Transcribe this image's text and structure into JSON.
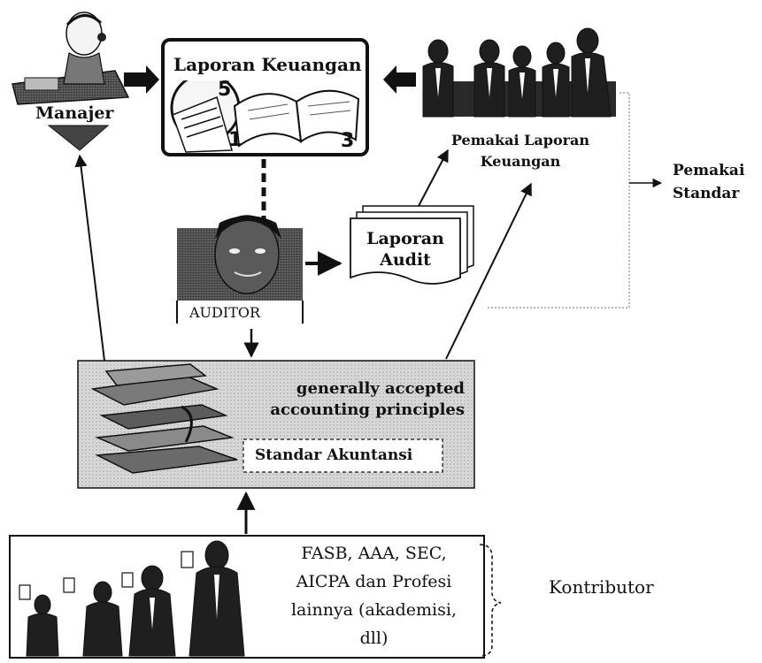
{
  "nodes": {
    "manajer": "Manajer",
    "laporan_keuangan": "Laporan Keuangan",
    "pemakai_laporan": [
      "Pemakai Laporan",
      "Keuangan"
    ],
    "pemakai_standar": [
      "Pemakai",
      "Standar"
    ],
    "auditor": "AUDITOR",
    "laporan_audit": [
      "Laporan",
      "Audit"
    ],
    "gaap": [
      "generally accepted",
      "accounting principles"
    ],
    "standar_akuntansi": "Standar Akuntansi",
    "kontributor_body": [
      "FASB, AAA, SEC,",
      "AICPA dan Profesi",
      "lainnya (akademisi,",
      "dll)"
    ],
    "kontributor": "Kontributor"
  },
  "book_page_numbers": [
    "5",
    "1",
    "3"
  ]
}
